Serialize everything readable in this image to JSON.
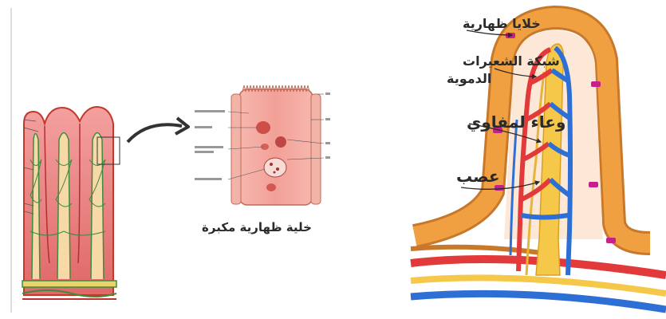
{
  "labels": {
    "epithelial_cells": "خلايا ظهارية",
    "capillary_network_line1": "شبكة الشعيرات",
    "capillary_network_line2": "الدموية",
    "lymph_vessel": "وعاء لمفاوي",
    "nerve": "عصب",
    "magnified_cell_caption": "خلية ظهارية مكبرة"
  },
  "colors": {
    "villus_tissue": "#e8787a",
    "villus_outline": "#c0392b",
    "capillary_green": "#3d8b3d",
    "epithelium_orange": "#f0a040",
    "epithelium_dark": "#c8782a",
    "goblet_magenta": "#c8208a",
    "artery_red": "#e23a3a",
    "vein_blue": "#2e6fd6",
    "lymph_yellow": "#f6c84a",
    "cell_pink": "#f0a8a0"
  }
}
